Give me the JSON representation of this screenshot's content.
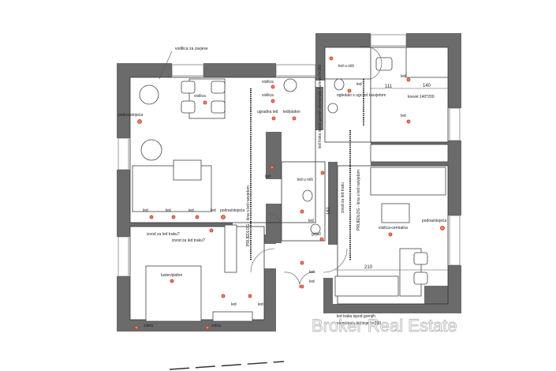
{
  "labels": {
    "curtain_rail": "vodilica za zavjese",
    "floor_lamp": "podna/stojeća",
    "pendant": "visilica",
    "built_in_led": "ugradna led",
    "ceiling_led": "led/plafon",
    "kitchen_strip_upper": "led traka ispod gornjih elemenata kuhinje h=260",
    "led": "led",
    "niche_led": "led u niši",
    "mirror": "ogledalo s ugr.led rasvjetom",
    "bed": "krevet 140*200",
    "track_proposal": "PRIJEDLOG - šina s led rasvjetom",
    "led_strip_outlet": "izvod za led traku?",
    "chandelier": "luster/plafon",
    "wall_light": "zidna",
    "central_pendant": "visilica-centralna",
    "kitchen_strip_line1": "led traka ispod gornjih",
    "kitchen_strip_line2": "elemenata kuhinje h=210",
    "led_strip_outlet_v": "izvod za led traku",
    "heater": "grijač"
  },
  "dimensions": {
    "d111": "111",
    "d140": "140",
    "d210": "210",
    "d161": "161"
  },
  "watermark": "Broker Real Estate",
  "colors": {
    "wall": "#6b6b6b",
    "light_marker": "#f08060"
  }
}
